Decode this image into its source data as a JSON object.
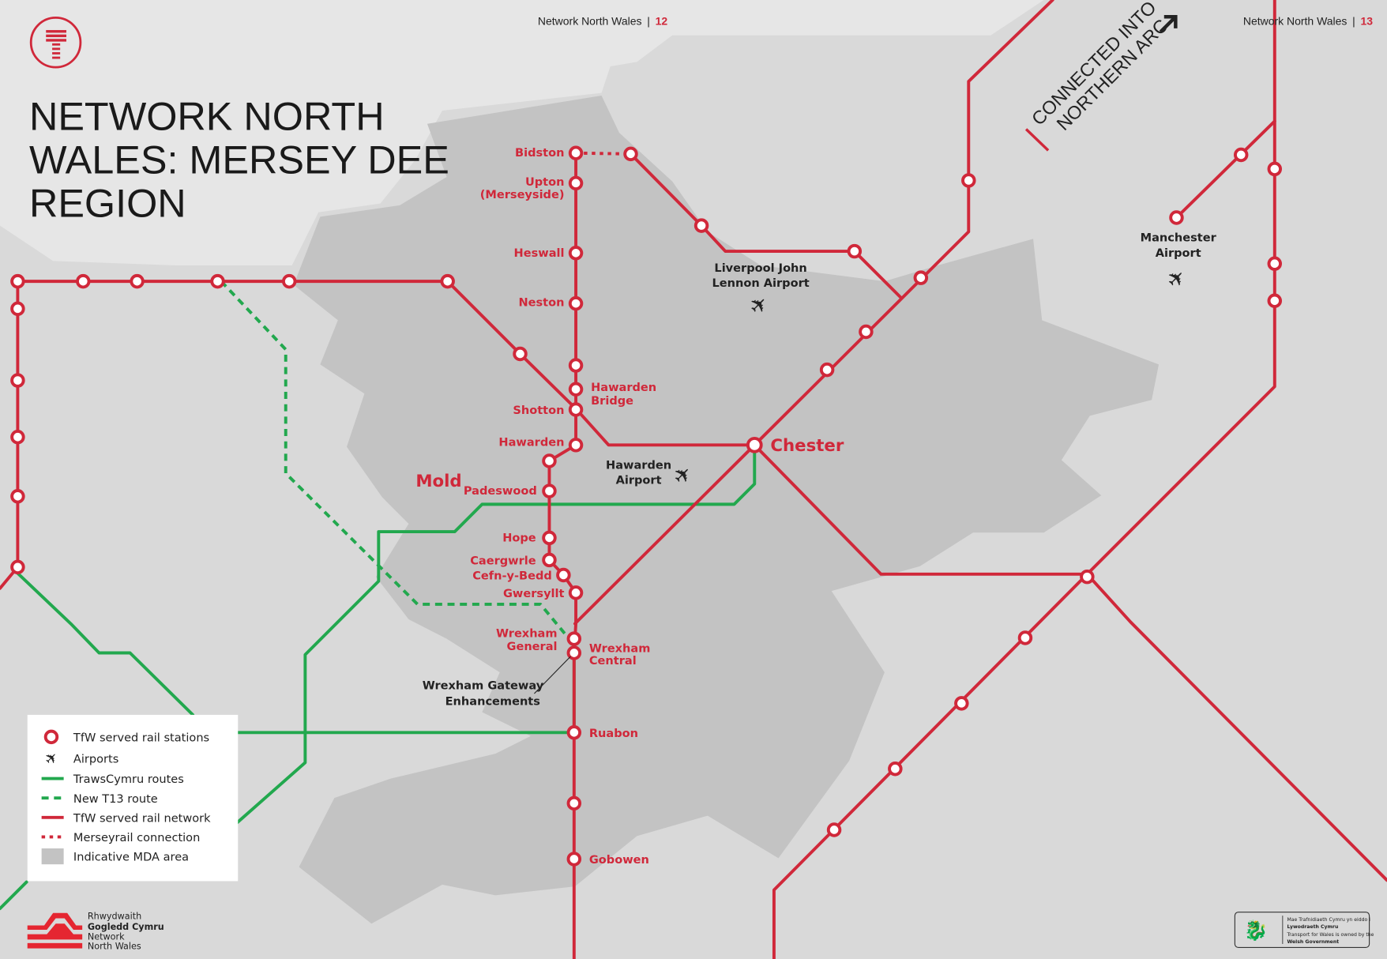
{
  "header": {
    "left_title": "Network North Wales",
    "left_page": "12",
    "right_title": "Network North Wales",
    "right_page": "13",
    "separator": "|"
  },
  "title": [
    "NETWORK NORTH",
    "WALES: MERSEY DEE",
    "REGION"
  ],
  "northern_arc": [
    "CONNECTED INTO",
    "NORTHERN ARC"
  ],
  "colors": {
    "rail": "#d0283a",
    "trawscymru": "#22a84e",
    "mda_area": "#c3c3c3",
    "land": "#d9d9d9",
    "sea": "#e5e5e5"
  },
  "stations": {
    "bidston": "Bidston",
    "upton": [
      "Upton",
      "(Merseyside)"
    ],
    "heswall": "Heswall",
    "neston": "Neston",
    "hawarden_bridge": [
      "Hawarden",
      "Bridge"
    ],
    "shotton": "Shotton",
    "hawarden": "Hawarden",
    "padeswood": "Padeswood",
    "hope": "Hope",
    "caergwrle": "Caergwrle",
    "cefn_y_bedd": "Cefn-y-Bedd",
    "gwersyllt": "Gwersyllt",
    "wrexham_general": [
      "Wrexham",
      "General"
    ],
    "wrexham_central": [
      "Wrexham",
      "Central"
    ],
    "ruabon": "Ruabon",
    "gobowen": "Gobowen",
    "chester": "Chester"
  },
  "places": {
    "mold": "Mold"
  },
  "airports": {
    "liverpool": [
      "Liverpool John",
      "Lennon Airport"
    ],
    "hawarden": [
      "Hawarden",
      "Airport"
    ],
    "manchester": [
      "Manchester",
      "Airport"
    ]
  },
  "annotation": [
    "Wrexham Gateway",
    "Enhancements"
  ],
  "legend": [
    {
      "icon": "station-ring-icon",
      "label": "TfW served rail stations"
    },
    {
      "icon": "airplane-icon",
      "label": "Airports"
    },
    {
      "icon": "green-solid-line-icon",
      "label": "TrawsCymru routes"
    },
    {
      "icon": "green-dashed-line-icon",
      "label": "New T13 route"
    },
    {
      "icon": "red-solid-line-icon",
      "label": "TfW served rail network"
    },
    {
      "icon": "red-dotted-line-icon",
      "label": "Merseyrail connection"
    },
    {
      "icon": "grey-area-icon",
      "label": "Indicative MDA area"
    }
  ],
  "footer_logo": [
    "Rhwydwaith",
    "Gogledd Cymru",
    "Network",
    "North Wales"
  ],
  "welsh_gov_badge": [
    "Mae Trafnidiaeth Cymru yn eiddo i",
    "Lywodraeth Cymru",
    "Transport for Wales is owned by the",
    "Welsh Government"
  ]
}
